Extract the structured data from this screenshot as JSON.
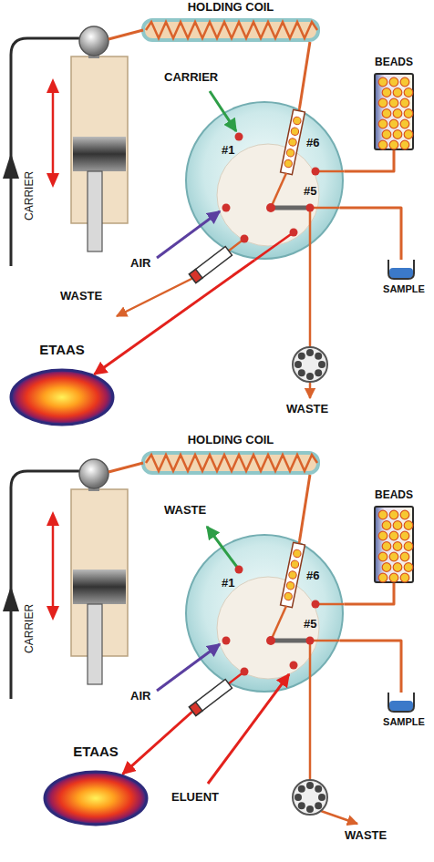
{
  "diagram": {
    "nodes": [
      {
        "text": [
          "HOLDING COIL"
        ]
      },
      {
        "text": [
          "#1",
          "#6",
          "#5"
        ]
      },
      {
        "text": [
          "BEADS"
        ]
      },
      {
        "text": [
          "SAMPLE"
        ]
      },
      {
        "text": [
          "ETAAS"
        ]
      },
      {
        "text": [
          "HOLDING COIL"
        ]
      },
      {
        "text": [
          "#1",
          "#6",
          "#5"
        ]
      },
      {
        "text": [
          "BEADS"
        ]
      },
      {
        "text": [
          "SAMPLE"
        ]
      },
      {
        "text": [
          "ETAAS"
        ]
      }
    ],
    "edges": [
      {
        "from": 0,
        "to": 1,
        "arrow": "none"
      },
      {
        "from": 2,
        "to": 1,
        "arrow": "none"
      },
      {
        "from": 1,
        "to": 3,
        "arrow": "none"
      },
      {
        "from": 1,
        "to": 4,
        "arrow": "to"
      },
      {
        "from": 5,
        "to": 6,
        "arrow": "none"
      },
      {
        "from": 7,
        "to": 6,
        "arrow": "none"
      },
      {
        "from": 6,
        "to": 8,
        "arrow": "none"
      },
      {
        "from": 6,
        "to": 9,
        "arrow": "to"
      }
    ],
    "labels": [
      "CARRIER",
      "CARRIER",
      "AIR",
      "WASTE",
      "WASTE",
      "CARRIER",
      "WASTE",
      "AIR",
      "ELUENT",
      "WASTE"
    ]
  }
}
